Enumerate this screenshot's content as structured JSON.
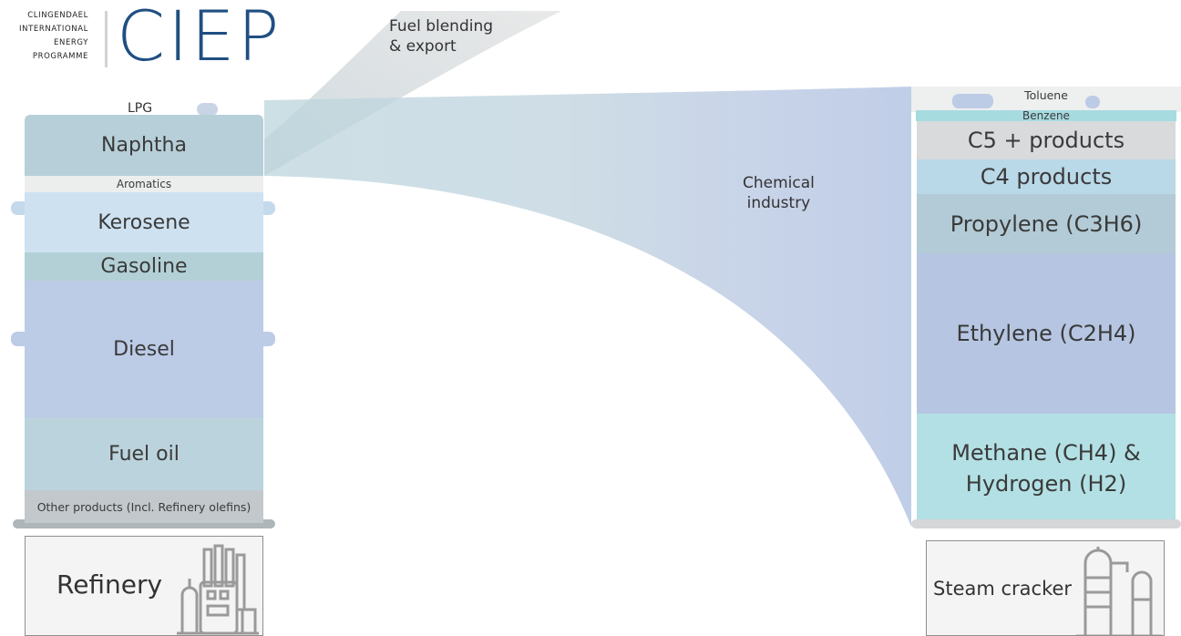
{
  "logo": {
    "org_lines": [
      "CLINGENDAEL",
      "INTERNATIONAL",
      "ENERGY",
      "PROGRAMME"
    ],
    "acronym": "CIEP"
  },
  "flows": {
    "fuel_blending": [
      "Fuel blending",
      "& export"
    ],
    "chemical_industry": [
      "Chemical",
      "industry"
    ]
  },
  "refinery": {
    "top_label": "LPG",
    "bands": {
      "naphtha": "Naphtha",
      "aromatics": "Aromatics",
      "kerosene": "Kerosene",
      "gasoline": "Gasoline",
      "diesel": "Diesel",
      "fuel_oil": "Fuel oil",
      "other": "Other products (Incl. Refinery olefins)"
    },
    "plant_label": "Refinery"
  },
  "cracker": {
    "top_label": "Toluene",
    "bands": {
      "benzene": "Benzene",
      "c5": "C5 + products",
      "c4": "C4 products",
      "propylene": "Propylene (C3H6)",
      "ethylene": "Ethylene (C2H4)",
      "methane_1": "Methane (CH4) &",
      "methane_2": "Hydrogen (H2)"
    },
    "plant_label": "Steam cracker"
  },
  "colors": {
    "naphtha": "#b7cfd8",
    "aromatics": "#eceeee",
    "kerosene": "#cde1f1",
    "gasoline": "#b3d0d6",
    "diesel": "#bccbe6",
    "fuel_oil": "#bbd3dc",
    "other": "#c2c8cb",
    "c5": "#d9dadb",
    "c4": "#b9d8e8",
    "propylene": "#b3cbd6",
    "ethylene": "#b6c6e2",
    "methane": "#b3e0e4",
    "logo_blue": "#1f4f82"
  }
}
